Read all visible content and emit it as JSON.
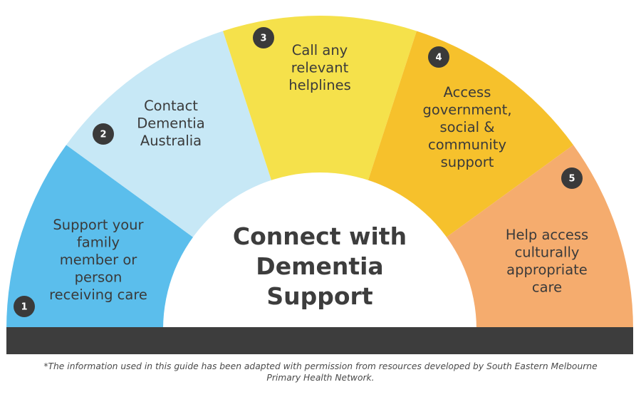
{
  "title_lines": [
    "Connect with",
    "Dementia",
    "Support"
  ],
  "steps": [
    {
      "number": "1",
      "lines": [
        "Support your",
        "family",
        "member or",
        "person",
        "receiving care"
      ],
      "color": "#5bbeec"
    },
    {
      "number": "2",
      "lines": [
        "Contact",
        "Dementia",
        "Australia"
      ],
      "color": "#c7e8f6"
    },
    {
      "number": "3",
      "lines": [
        "Call any",
        "relevant",
        "helplines"
      ],
      "color": "#f5e14b"
    },
    {
      "number": "4",
      "lines": [
        "Access",
        "government,",
        "social &",
        "community",
        "support"
      ],
      "color": "#f6c12c"
    },
    {
      "number": "5",
      "lines": [
        "Help access",
        "culturally",
        "appropriate",
        "care"
      ],
      "color": "#f5ac6e"
    }
  ],
  "base_color": "#3d3d3d",
  "badge_color": "#3a3a3a",
  "footnote_lines": [
    "*The information used in this guide has been adapted with permission from resources developed by South Eastern Melbourne",
    "Primary Health Network."
  ]
}
